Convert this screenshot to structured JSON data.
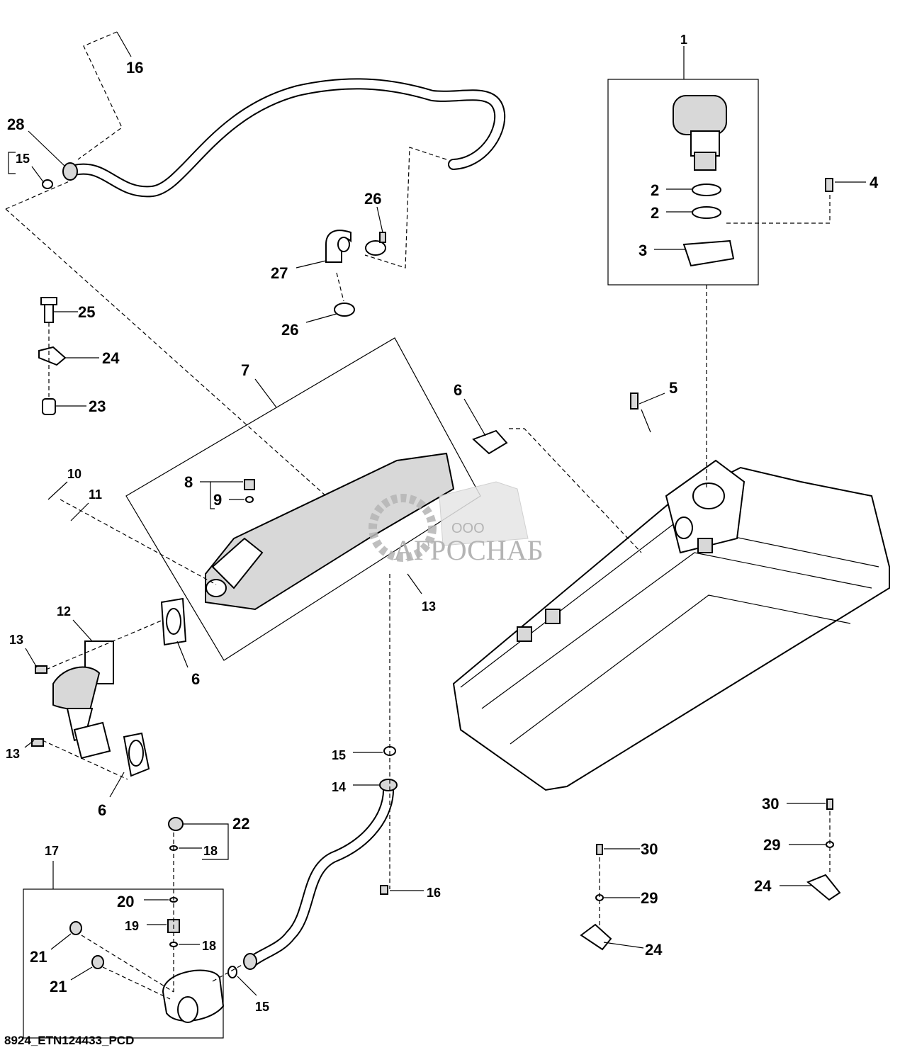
{
  "callouts": [
    "16",
    "28",
    "15",
    "26",
    "27",
    "26",
    "1",
    "2",
    "2",
    "3",
    "4",
    "25",
    "24",
    "23",
    "7",
    "6",
    "5",
    "8",
    "9",
    "10",
    "11",
    "12",
    "13",
    "13",
    "6",
    "13",
    "6",
    "15",
    "14",
    "22",
    "18",
    "17",
    "20",
    "19",
    "18",
    "21",
    "21",
    "15",
    "16",
    "30",
    "29",
    "24",
    "30",
    "29",
    "24"
  ],
  "caption": "8924_ETN124433_PCD",
  "watermark": {
    "prefix": "ООО",
    "name": "АГРОСНАБ"
  }
}
